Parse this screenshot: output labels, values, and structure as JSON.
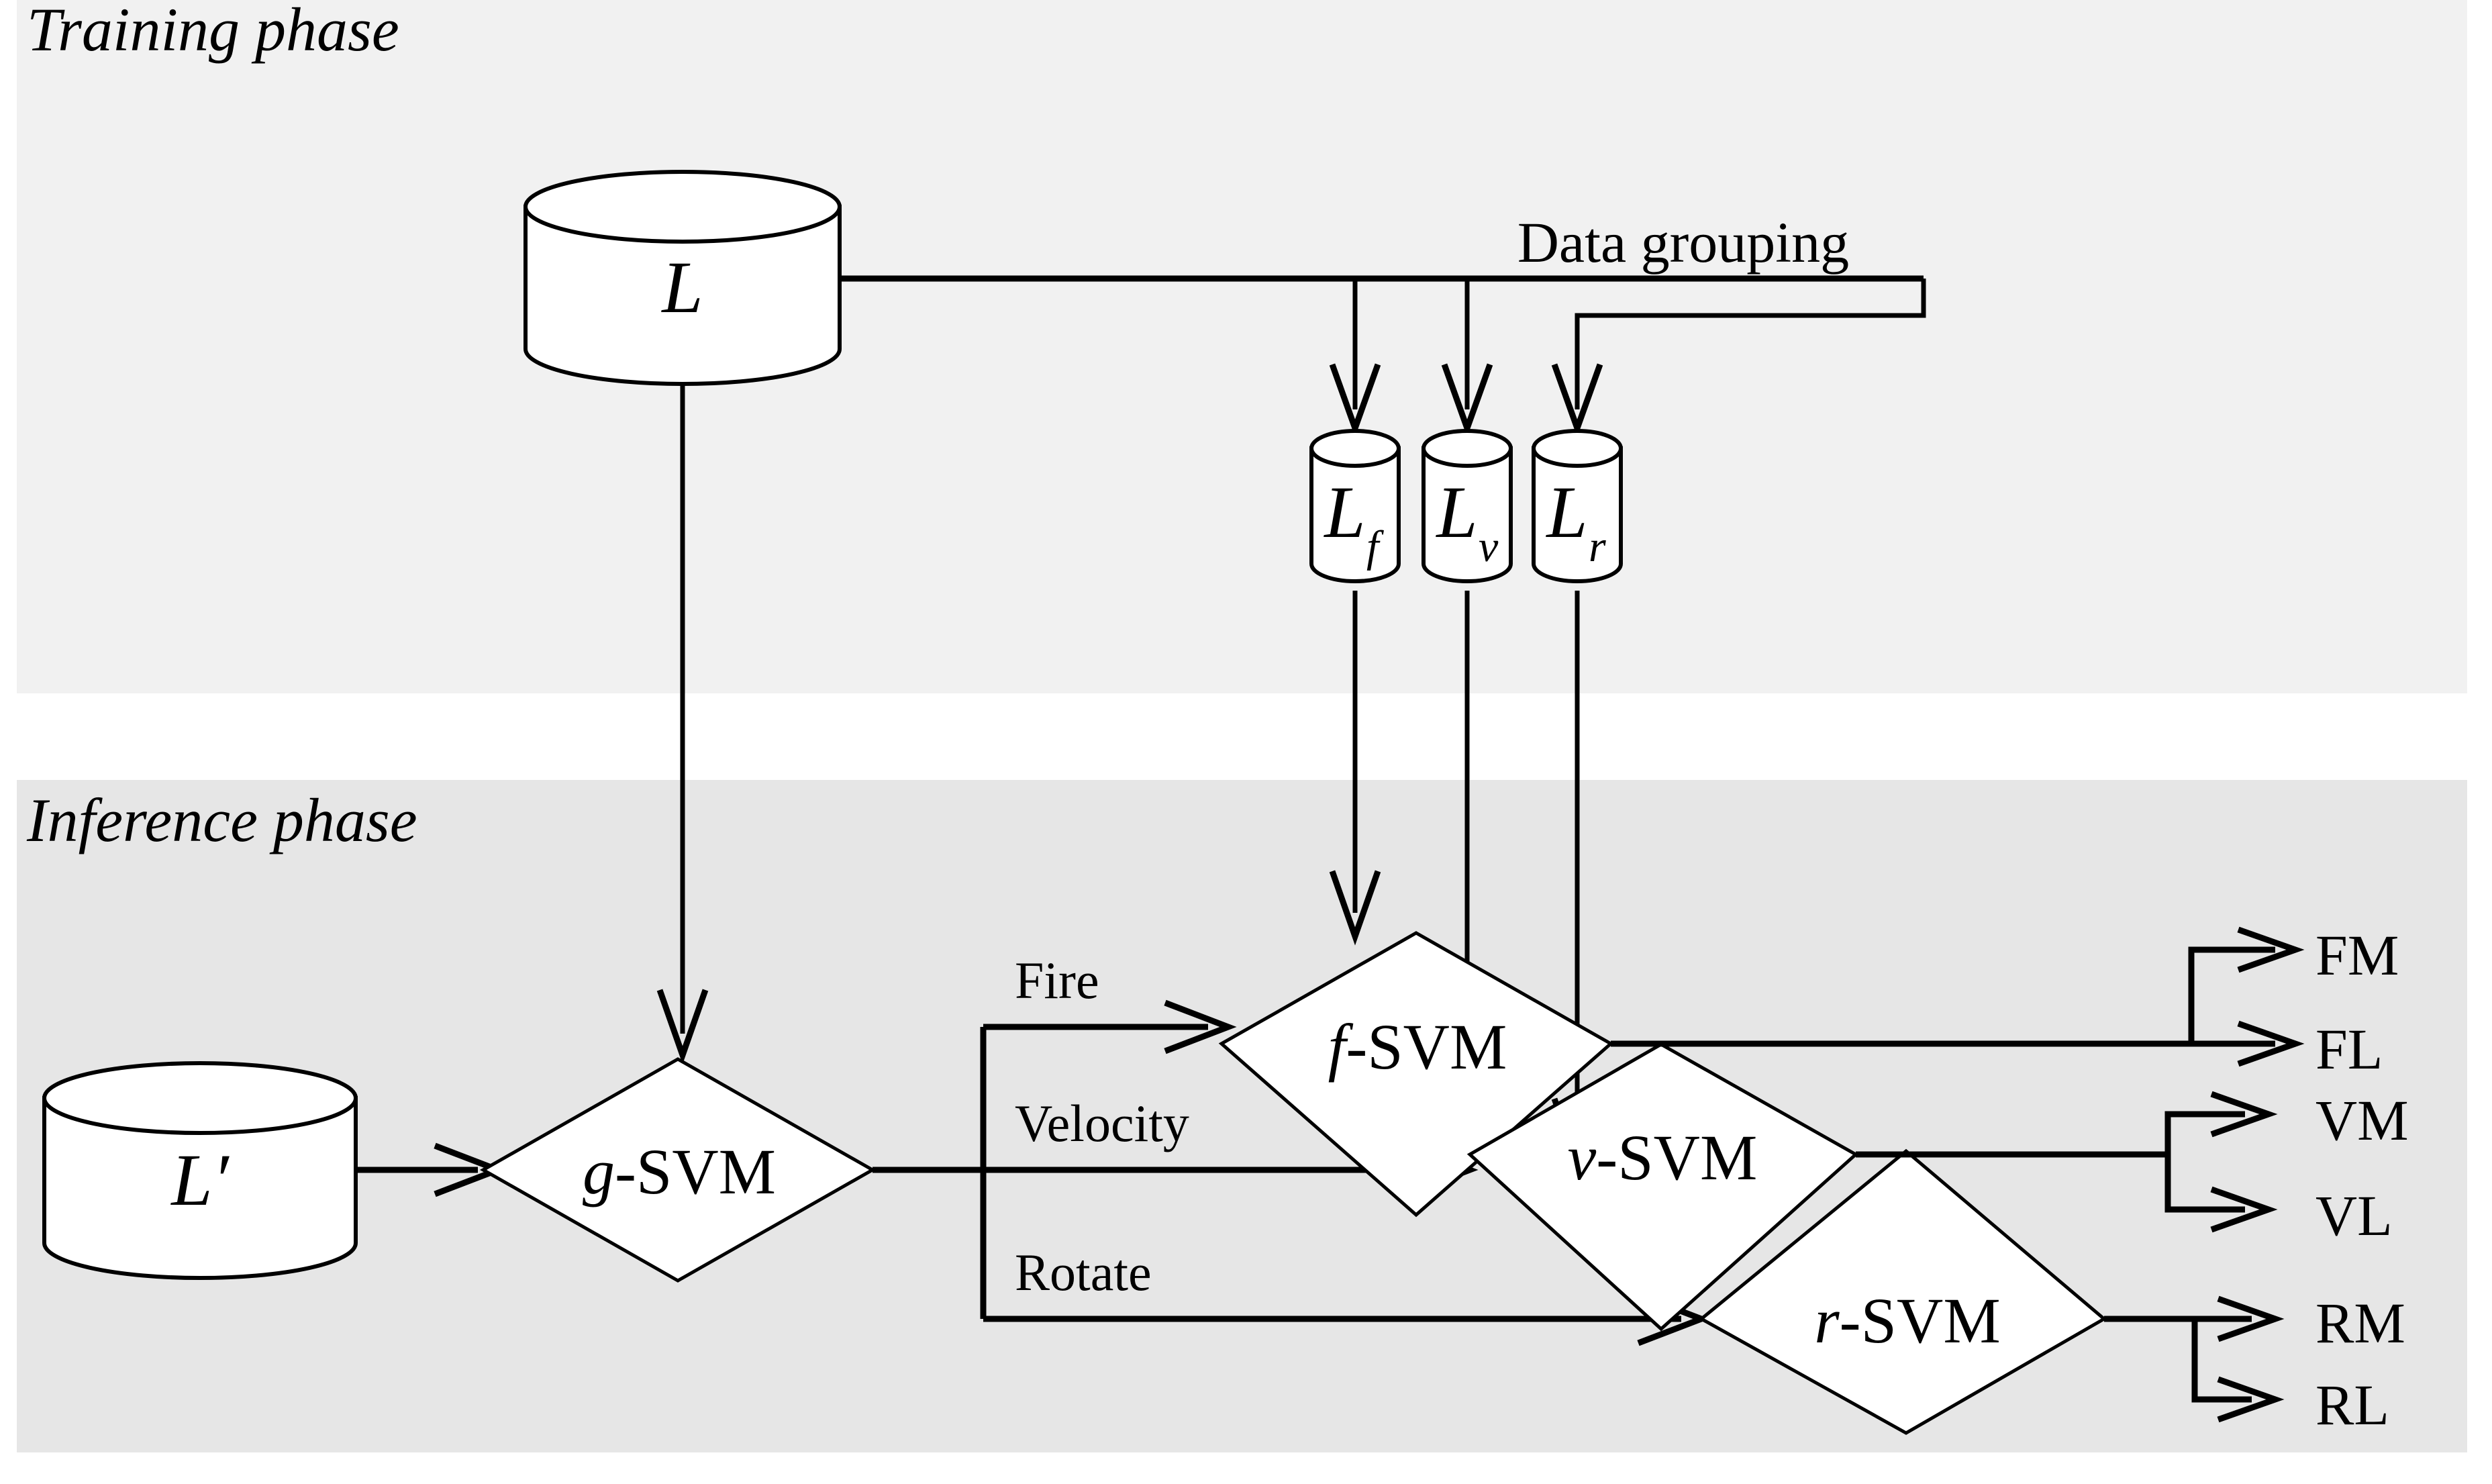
{
  "figure": {
    "type": "flowchart",
    "title": "Two-phase SVM classification pipeline"
  },
  "panels": [
    {
      "id": "training",
      "label": "Training phase",
      "background": "#f1f1f1"
    },
    {
      "id": "inference",
      "label": "Inference phase",
      "background": "#e6e6e6"
    }
  ],
  "annotations": {
    "data_grouping": "Data grouping"
  },
  "training": {
    "source_db": {
      "name": "L",
      "label": "L"
    },
    "grouped_dbs": [
      {
        "name": "L_f",
        "base": "L",
        "sub": "f"
      },
      {
        "name": "L_v",
        "base": "L",
        "sub": "v"
      },
      {
        "name": "L_r",
        "base": "L",
        "sub": "r"
      }
    ]
  },
  "inference": {
    "input_db": {
      "name": "L'",
      "label": "L′"
    },
    "gate": {
      "id": "g-svm",
      "prefix": "g",
      "suffix": "-SVM"
    },
    "branch_labels": [
      "Fire",
      "Velocity",
      "Rotate"
    ],
    "classifiers": [
      {
        "id": "f-svm",
        "prefix": "f",
        "suffix": "-SVM"
      },
      {
        "id": "v-svm",
        "prefix": "v",
        "suffix": "-SVM"
      },
      {
        "id": "r-svm",
        "prefix": "r",
        "suffix": "-SVM"
      }
    ],
    "outputs": [
      {
        "code": "FM",
        "group": "fire"
      },
      {
        "code": "FL",
        "group": "fire"
      },
      {
        "code": "VM",
        "group": "velocity"
      },
      {
        "code": "VL",
        "group": "velocity"
      },
      {
        "code": "RM",
        "group": "rotate"
      },
      {
        "code": "RL",
        "group": "rotate"
      }
    ]
  },
  "colors": {
    "stroke": "#000000",
    "node_fill": "#ffffff",
    "training_bg": "#f1f1f1",
    "inference_bg": "#e6e6e6",
    "page_bg": "#ffffff"
  }
}
